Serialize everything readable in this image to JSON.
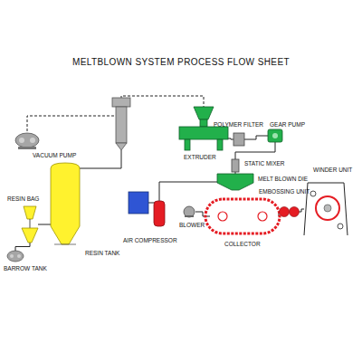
{
  "diagram": {
    "title": "MELTBLOWN SYSTEM PROCESS FLOW SHEET",
    "nodes": [
      {
        "text": [
          "VACUUM PUMP"
        ]
      },
      {
        "text": [
          "EXTRUDER"
        ]
      },
      {
        "text": [
          "POLYMER FILTER"
        ]
      },
      {
        "text": [
          "GEAR PUMP"
        ]
      },
      {
        "text": [
          "STATIC MIXER"
        ]
      },
      {
        "text": [
          "MELT BLOWN DIE"
        ]
      },
      {
        "text": [
          "EMBOSSING UNIT"
        ]
      },
      {
        "text": [
          "WINDER UNIT"
        ]
      },
      {
        "text": [
          "RESIN BAG"
        ]
      },
      {
        "text": [
          "RESIN TANK"
        ]
      },
      {
        "text": [
          "BARROW TANK"
        ]
      },
      {
        "text": [
          "AIR COMPRESSOR"
        ]
      },
      {
        "text": [
          "BLOWER"
        ]
      },
      {
        "text": [
          "COLLECTOR"
        ]
      }
    ],
    "edges": [
      {
        "from": 0,
        "to": 1,
        "arrow": "none"
      },
      {
        "from": 1,
        "to": 2,
        "arrow": "none"
      },
      {
        "from": 2,
        "to": 3,
        "arrow": "none"
      },
      {
        "from": 3,
        "to": 4,
        "arrow": "none"
      },
      {
        "from": 4,
        "to": 5,
        "arrow": "none"
      },
      {
        "from": 11,
        "to": 5,
        "arrow": "none"
      },
      {
        "from": 12,
        "to": 13,
        "arrow": "none"
      },
      {
        "from": 13,
        "to": 6,
        "arrow": "none"
      },
      {
        "from": 6,
        "to": 7,
        "arrow": "none"
      },
      {
        "from": 8,
        "to": 10,
        "arrow": "none"
      },
      {
        "from": 8,
        "to": 9,
        "arrow": "none"
      }
    ]
  }
}
